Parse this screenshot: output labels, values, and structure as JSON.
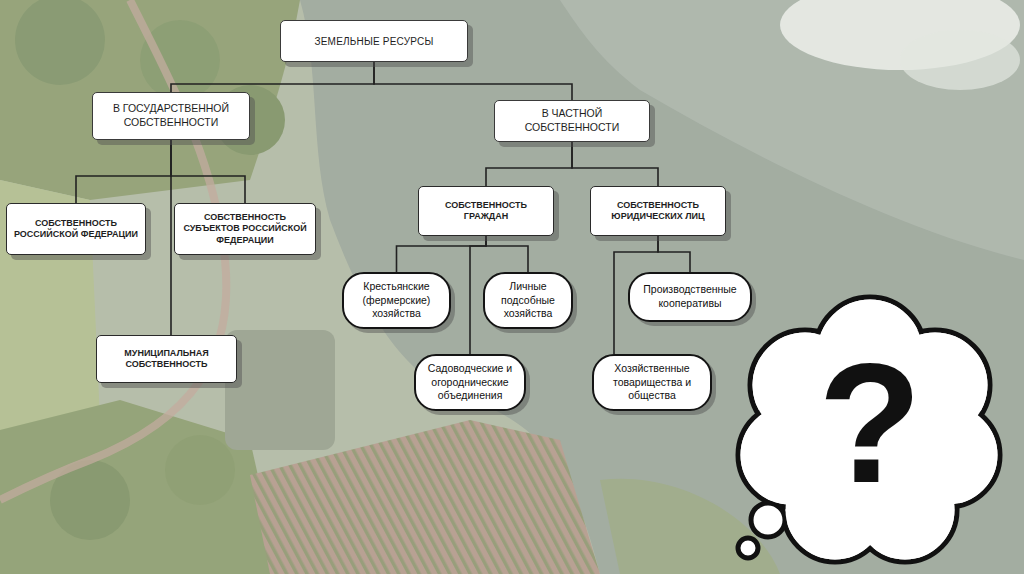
{
  "diagram": {
    "nodes": [
      {
        "text": [
          "ЗЕМЕЛЬНЫЕ РЕСУРСЫ"
        ]
      },
      {
        "text": [
          "В ГОСУДАРСТВЕННОЙ СОБСТВЕННОСТИ"
        ]
      },
      {
        "text": [
          "В ЧАСТНОЙ СОБСТВЕННОСТИ"
        ]
      },
      {
        "text": [
          "СОБСТВЕННОСТЬ РОССИЙСКОЙ ФЕДЕРАЦИИ"
        ]
      },
      {
        "text": [
          "СОБСТВЕННОСТЬ СУБЪЕКТОВ РОССИЙСКОЙ ФЕДЕРАЦИИ"
        ]
      },
      {
        "text": [
          "МУНИЦИПАЛЬНАЯ СОБСТВЕННОСТЬ"
        ]
      },
      {
        "text": [
          "СОБСТВЕННОСТЬ ГРАЖДАН"
        ]
      },
      {
        "text": [
          "СОБСТВЕННОСТЬ ЮРИДИЧЕСКИХ ЛИЦ"
        ]
      },
      {
        "text": [
          "Крестьянские (фермерские) хозяйства"
        ]
      },
      {
        "text": [
          "Личные подсобные хозяйства"
        ]
      },
      {
        "text": [
          "Садоводческие и огороднические объединения"
        ]
      },
      {
        "text": [
          "Производственные кооперативы"
        ]
      },
      {
        "text": [
          "Хозяйственные товарищества и общества"
        ]
      }
    ],
    "edges": [
      {
        "from": 0,
        "to": 1,
        "arrow": "none"
      },
      {
        "from": 0,
        "to": 2,
        "arrow": "none"
      },
      {
        "from": 1,
        "to": 3,
        "arrow": "none"
      },
      {
        "from": 1,
        "to": 4,
        "arrow": "none"
      },
      {
        "from": 1,
        "to": 5,
        "arrow": "none"
      },
      {
        "from": 2,
        "to": 6,
        "arrow": "none"
      },
      {
        "from": 2,
        "to": 7,
        "arrow": "none"
      },
      {
        "from": 6,
        "to": 8,
        "arrow": "none"
      },
      {
        "from": 6,
        "to": 9,
        "arrow": "none"
      },
      {
        "from": 6,
        "to": 10,
        "arrow": "none"
      },
      {
        "from": 7,
        "to": 11,
        "arrow": "none"
      },
      {
        "from": 7,
        "to": 12,
        "arrow": "none"
      }
    ],
    "labels": [
      "?"
    ]
  }
}
